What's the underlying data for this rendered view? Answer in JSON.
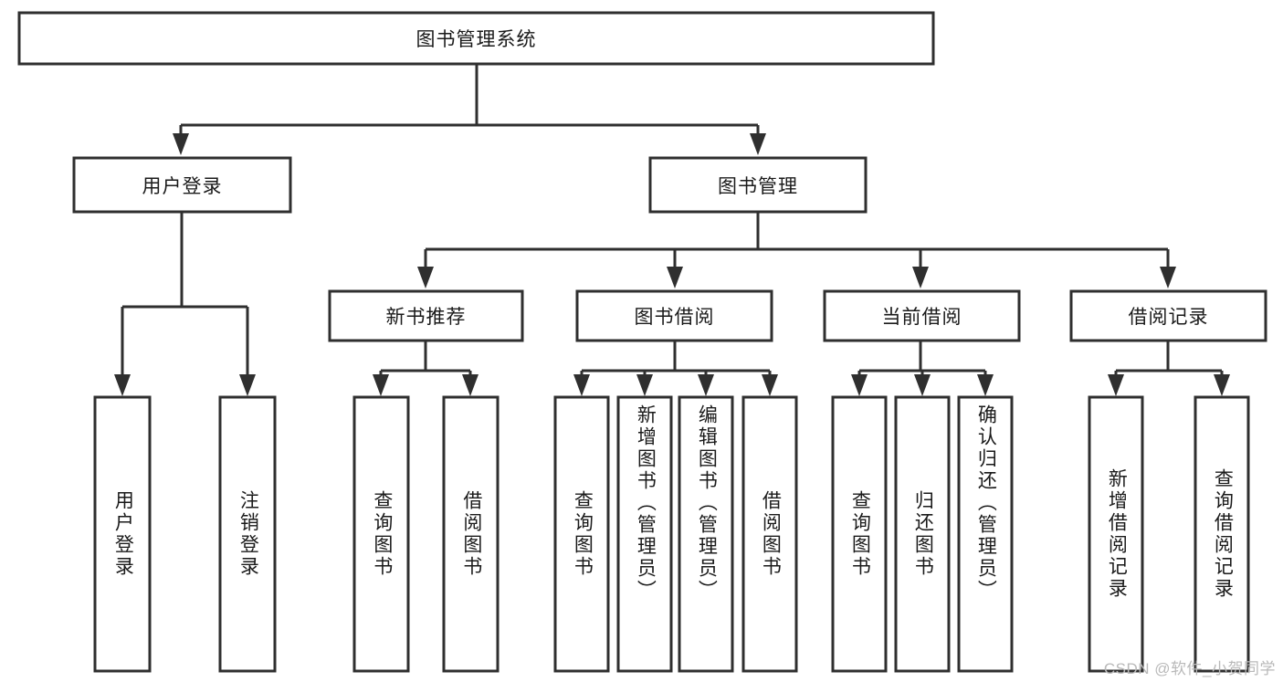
{
  "diagram": {
    "type": "tree",
    "title_node": "图书管理系统",
    "watermark": "CSDN @软件_小贺同学",
    "colors": {
      "stroke": "#2f2f2f",
      "fill": "#ffffff",
      "text": "#1a1a1a",
      "watermark": "#b9b9b9"
    },
    "levels": {
      "root": {
        "label": "图书管理系统"
      },
      "level1": [
        {
          "label": "用户登录"
        },
        {
          "label": "图书管理"
        }
      ],
      "level2": [
        {
          "label": "新书推荐"
        },
        {
          "label": "图书借阅"
        },
        {
          "label": "当前借阅"
        },
        {
          "label": "借阅记录"
        }
      ]
    },
    "leaves": {
      "user_login": [
        {
          "label": "用户登录"
        },
        {
          "label": "注销登录"
        }
      ],
      "new_book_recommend": [
        {
          "label": "查询图书"
        },
        {
          "label": "借阅图书"
        }
      ],
      "book_borrow": [
        {
          "label": "查询图书"
        },
        {
          "label": "新增图书（管理员）"
        },
        {
          "label": "编辑图书（管理员）"
        },
        {
          "label": "借阅图书"
        }
      ],
      "current_borrow": [
        {
          "label": "查询图书"
        },
        {
          "label": "归还图书"
        },
        {
          "label": "确认归还（管理员）"
        }
      ],
      "borrow_record": [
        {
          "label": "新增借阅记录"
        },
        {
          "label": "查询借阅记录"
        }
      ]
    }
  }
}
